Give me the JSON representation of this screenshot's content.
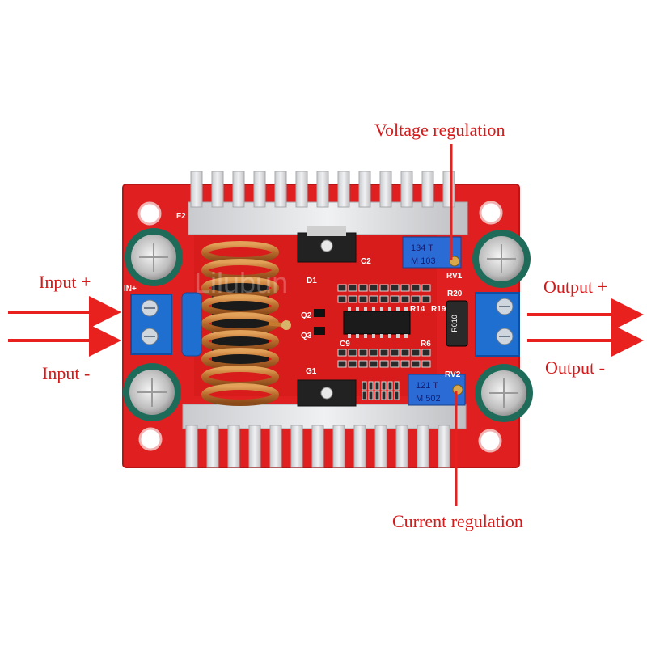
{
  "labels": {
    "voltage_regulation": "Voltage regulation",
    "current_regulation": "Current regulation",
    "input_plus": "Input +",
    "input_minus": "Input -",
    "output_plus": "Output +",
    "output_minus": "Output -"
  },
  "board": {
    "silkscreen": {
      "in_plus": "IN+",
      "f_mark": "F2",
      "d1": "D1",
      "c2": "C2",
      "q2": "Q2",
      "q3": "Q3",
      "g1": "G1",
      "r14": "R14",
      "r19": "R19",
      "r6": "R6",
      "c9": "C9",
      "r20": "R20",
      "rv1": "RV1",
      "rv2": "RV2"
    },
    "shunt_resistor": "R010",
    "pot_voltage": {
      "line1": "134 T",
      "line2": "M 103"
    },
    "pot_current": {
      "line1": "121 T",
      "line2": "M 502"
    },
    "watermark": "Lilubun"
  },
  "colors": {
    "label": "#d41a1a",
    "arrow": "#e8201e",
    "pcb": "#e02020",
    "heatsink": "#d9dadd",
    "terminal": "#1f6fd0",
    "pot": "#2b6bd6",
    "capacitor": "#1f6b5a",
    "copper": "#c77a2e"
  }
}
